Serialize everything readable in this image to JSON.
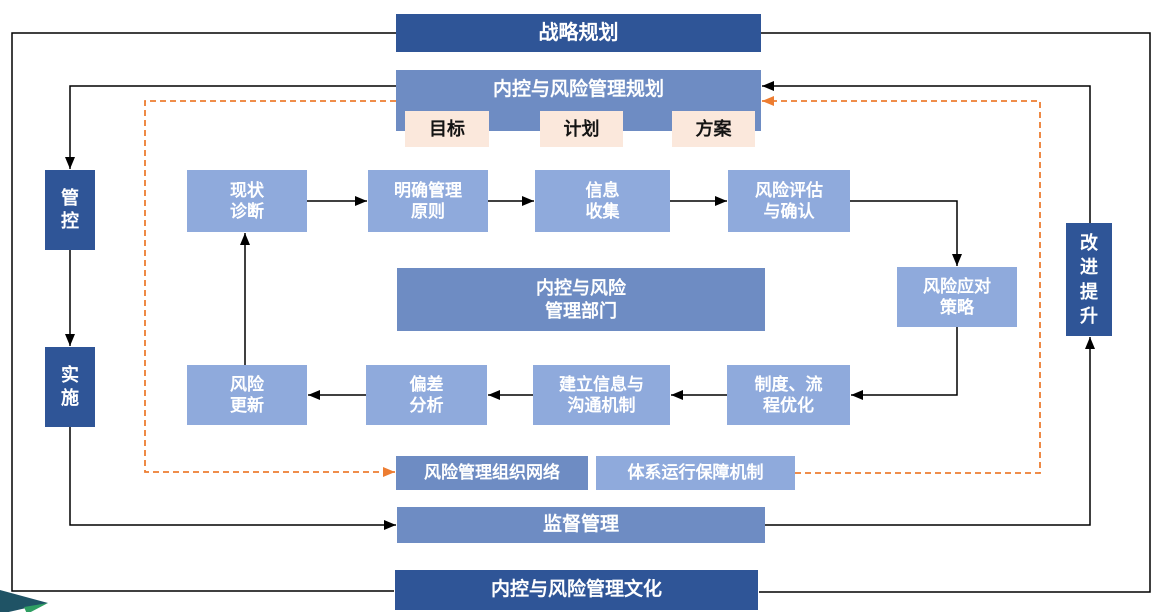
{
  "colors": {
    "dark_blue": "#2F5597",
    "medium_blue": "#6E8CC3",
    "light_blue": "#8FAADC",
    "peach": "#FBE8DC",
    "wire_black": "#000000",
    "wire_orange_dashed": "#ED7D31",
    "logo_teal": "#1F5365",
    "logo_green": "#2F9E63"
  },
  "nodes": {
    "strategic_planning": {
      "label": "战略规划"
    },
    "icrm_planning": {
      "label": "内控与风险管理规划"
    },
    "goal": {
      "label": "目标"
    },
    "plan": {
      "label": "计划"
    },
    "scheme": {
      "label": "方案"
    },
    "control": {
      "label": "管\n控"
    },
    "implementation": {
      "label": "实\n施"
    },
    "improvement": {
      "label": "改\n进\n提\n升"
    },
    "status_diagnosis": {
      "label": "现状\n诊断"
    },
    "management_principles": {
      "label": "明确管理\n原则"
    },
    "information_collection": {
      "label": "信息\n收集"
    },
    "risk_assessment": {
      "label": "风险评估\n与确认"
    },
    "risk_response": {
      "label": "风险应对\n策略"
    },
    "process_optimization": {
      "label": "制度、流\n程优化"
    },
    "communication_mechanism": {
      "label": "建立信息与\n沟通机制"
    },
    "deviation_analysis": {
      "label": "偏差\n分析"
    },
    "risk_update": {
      "label": "风险\n更新"
    },
    "icrm_department": {
      "label": "内控与风险\n管理部门"
    },
    "org_network": {
      "label": "风险管理组织网络"
    },
    "guarantee_mechanism": {
      "label": "体系运行保障机制"
    },
    "supervision": {
      "label": "监督管理"
    },
    "icrm_culture": {
      "label": "内控与风险管理文化"
    }
  }
}
